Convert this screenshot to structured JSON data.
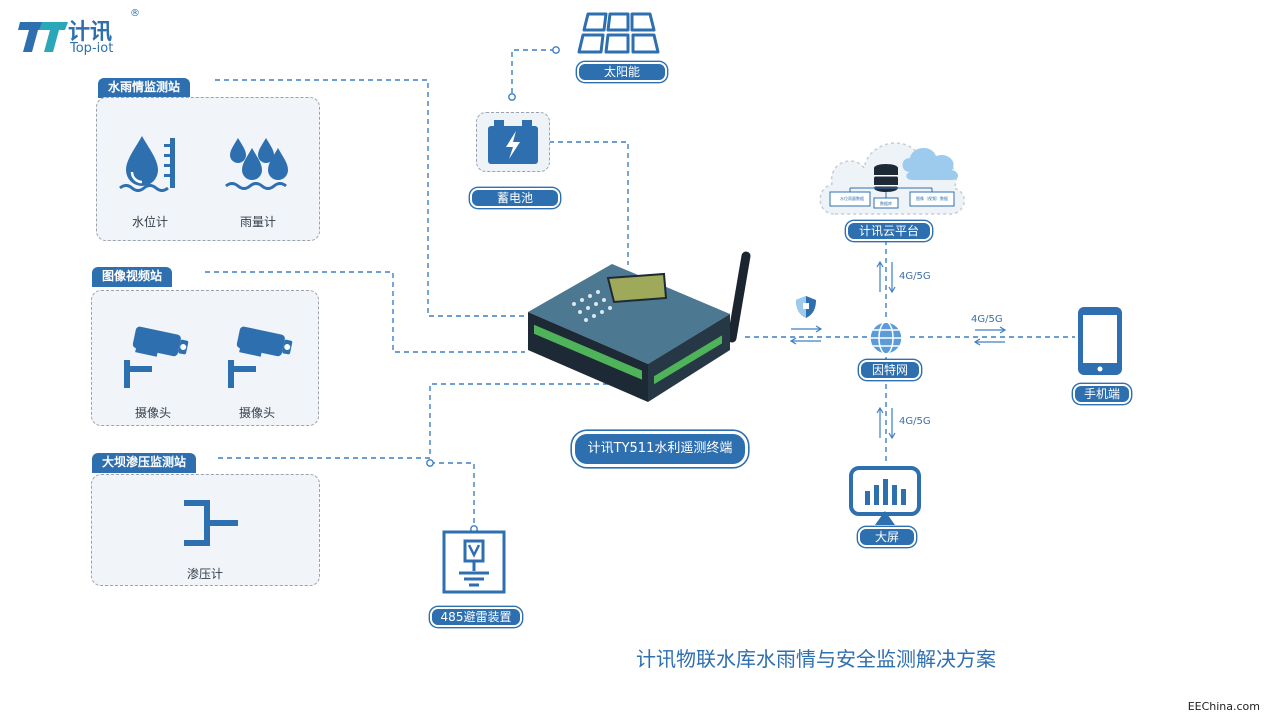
{
  "brand": {
    "name_cn": "计讯",
    "name_en": "Top-iot",
    "reg_mark": "®"
  },
  "stations": {
    "water_rain": {
      "title": "水雨情监测站",
      "devices": [
        "水位计",
        "雨量计"
      ]
    },
    "video": {
      "title": "图像视频站",
      "devices": [
        "摄像头",
        "摄像头"
      ]
    },
    "dam": {
      "title": "大坝渗压监测站",
      "devices": [
        "渗压计"
      ]
    }
  },
  "components": {
    "solar": "太阳能",
    "battery": "蓄电池",
    "terminal": "计讯TY511水利遥测终端",
    "lightning": "485避雷装置",
    "cloud": "计讯云平台",
    "internet": "因特网",
    "phone": "手机端",
    "screen": "大屏"
  },
  "cloud_labels": [
    "水位雨量数据",
    "数据库",
    "图像（视频）数据"
  ],
  "links": {
    "cloud": "4G/5G",
    "phone": "4G/5G",
    "screen": "4G/5G"
  },
  "title": "计讯物联水库水雨情与安全监测解决方案",
  "watermark": "EEChina.com",
  "colors": {
    "primary": "#2e6fb0",
    "accent": "#3d7fc4",
    "station_bg": "#f1f5fa",
    "device_dark": "#1d2a36",
    "lcd": "#9ea95a"
  }
}
